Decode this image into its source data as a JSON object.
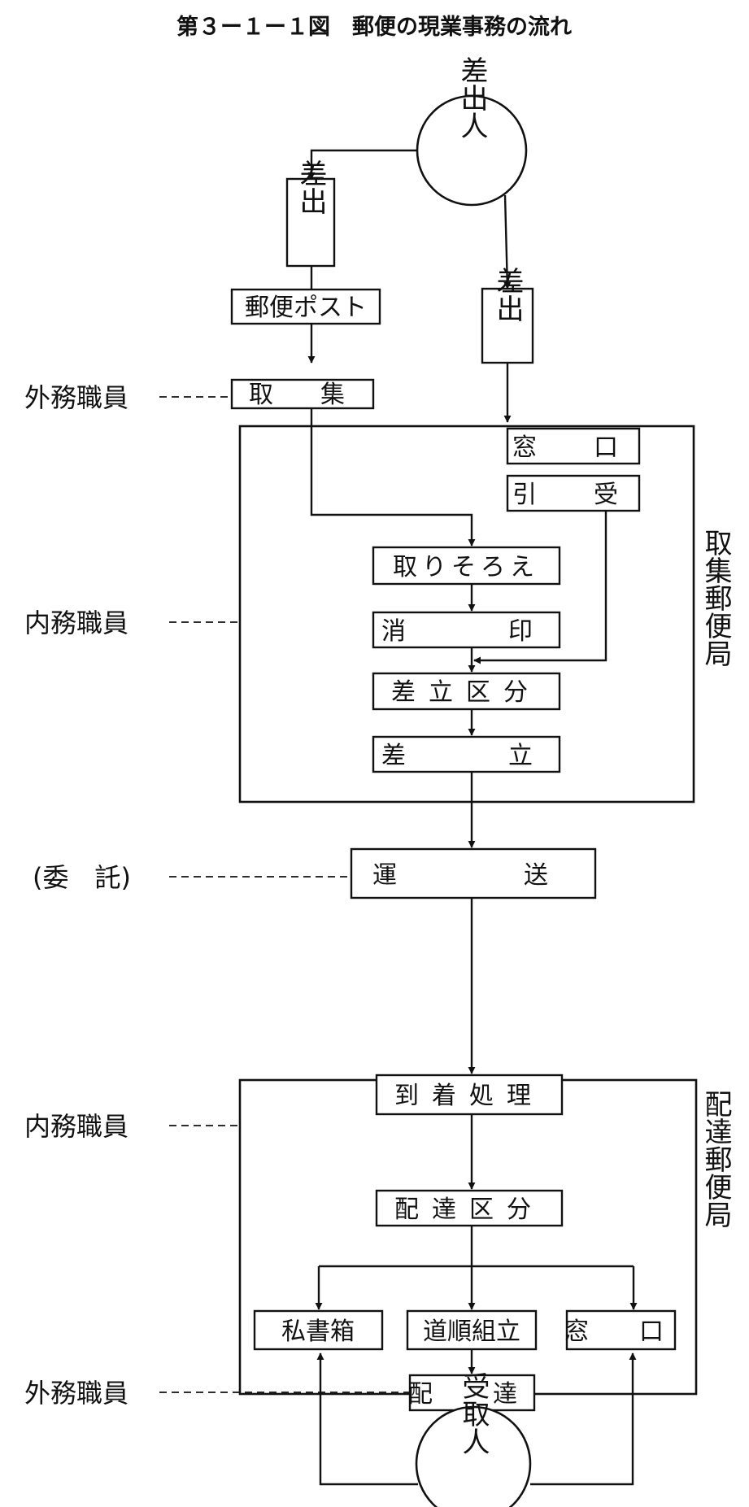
{
  "title": "第３ー１ー１図　郵便の現業事務の流れ",
  "nodes": {
    "sender": "差出人",
    "send_left": "差出",
    "post_box": "郵便ポスト",
    "collect": "取　集",
    "send_right": "差出",
    "window_a": "窓　口",
    "accept": "引　受",
    "arrange": "取りそろえ",
    "cancel": "消　　印",
    "dispatch_sort": "差立区分",
    "dispatch": "差　　立",
    "transport": "運　　送",
    "arrival": "到着処理",
    "delivery_sort": "配達区分",
    "po_box": "私書箱",
    "route_sort": "道順組立",
    "window_b": "窓　口",
    "deliver": "配　達",
    "recipient": "受取人"
  },
  "frames": {
    "collection_office": "取集郵便局",
    "delivery_office": "配達郵便局"
  },
  "roles": {
    "outside_staff_1": "外務職員",
    "inside_staff_1": "内務職員",
    "consigned": "(委　託)",
    "inside_staff_2": "内務職員",
    "outside_staff_2": "外務職員"
  }
}
